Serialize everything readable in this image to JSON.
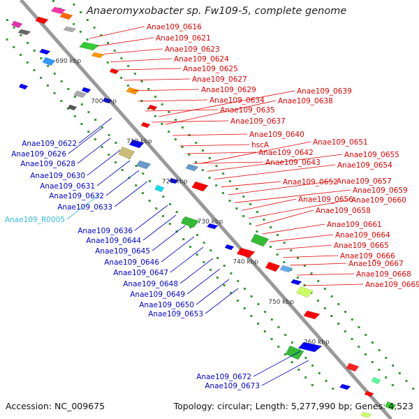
{
  "title": "Anaeromyxobacter sp. Fw109-5, complete genome",
  "footer": {
    "accession": "Accession: NC_009675",
    "topology": "Topology: circular; Length: 5,277,990 bp; Genes: 4,523"
  },
  "colors": {
    "forward_label": "#dd0000",
    "reverse_label": "#0000cc",
    "rna_label": "#33bbdd",
    "backbone": "#888888",
    "tick": "#339933"
  },
  "kbp_ticks": [
    "690 kbp",
    "700 kbp",
    "710 kbp",
    "720 kbp",
    "730 kbp",
    "740 kbp",
    "750 kbp",
    "760 kbp"
  ],
  "labels_right": [
    "Anae109_0616",
    "Anae109_0621",
    "Anae109_0623",
    "Anae109_0624",
    "Anae109_0625",
    "Anae109_0627",
    "Anae109_0629",
    "Anae109_0634",
    "Anae109_0635",
    "Anae109_0637",
    "Anae109_0639",
    "Anae109_0638",
    "Anae109_0640",
    "hscA",
    "Anae109_0642",
    "Anae109_0643",
    "Anae109_0651",
    "Anae109_0655",
    "Anae109_0654",
    "Anae109_0652",
    "Anae109_0657",
    "Anae109_0659",
    "Anae109_0656",
    "Anae109_0660",
    "Anae109_0658",
    "Anae109_0661",
    "Anae109_0664",
    "Anae109_0665",
    "Anae109_0666",
    "Anae109_0667",
    "Anae109_0668",
    "Anae109_0669"
  ],
  "labels_left": [
    "Anae109_0622",
    "Anae109_0626",
    "Anae109_0628",
    "Anae109_0630",
    "Anae109_0631",
    "Anae109_0632",
    "Anae109_0633",
    "Anae109_R0005",
    "Anae109_0636",
    "Anae109_0644",
    "Anae109_0645",
    "Anae109_0646",
    "Anae109_0647",
    "Anae109_0648",
    "Anae109_0649",
    "Anae109_0650",
    "Anae109_0653",
    "Anae109_0672",
    "Anae109_0673"
  ]
}
